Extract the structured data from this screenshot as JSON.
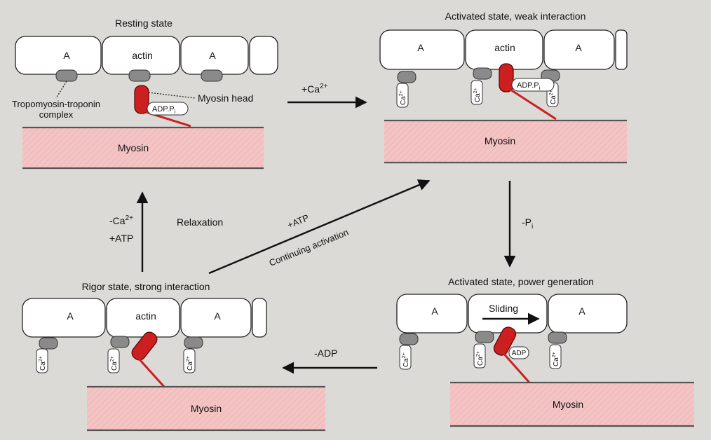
{
  "states": {
    "resting": {
      "title": "Resting state"
    },
    "activated_weak": {
      "title": "Activated state, weak interaction"
    },
    "power": {
      "title": "Activated state, power generation"
    },
    "rigor": {
      "title": "Rigor state, strong interaction"
    }
  },
  "labels": {
    "actin": "actin",
    "actin_short": "A",
    "myosin": "Myosin",
    "myosin_head": "Myosin head",
    "tropomyosin_line1": "Tropomyosin-troponin",
    "tropomyosin_line2": "complex",
    "adp_pi": "ADP.P",
    "adp_pi_sub": "i",
    "adp": "ADP",
    "ca": "Ca",
    "ca_sup": "2+",
    "sliding": "Sliding"
  },
  "transitions": {
    "add_ca_base": "+Ca",
    "add_ca_sup": "2+",
    "minus_pi_base": "-P",
    "minus_pi_sub": "i",
    "minus_adp": "-ADP",
    "relax_ca_base": "-Ca",
    "relax_ca_sup": "2+",
    "relax_atp": "+ATP",
    "relaxation": "Relaxation",
    "continuing_atp": "+ATP",
    "continuing_activation": "Continuing activation"
  }
}
